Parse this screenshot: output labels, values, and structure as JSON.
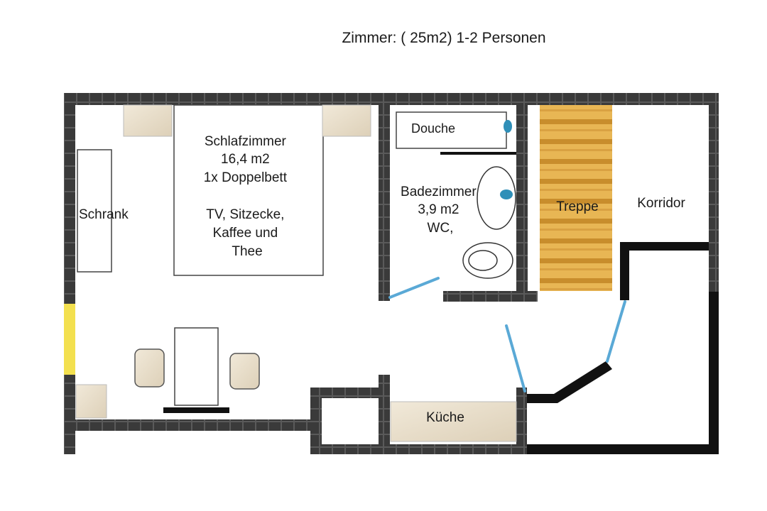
{
  "title": "Zimmer: ( 25m2) 1-2 Personen",
  "rooms": {
    "schlafzimmer": [
      "Schlafzimmer",
      "16,4 m2",
      "1x Doppelbett",
      "",
      "TV, Sitzecke,",
      "Kaffee und",
      "Thee"
    ],
    "schrank": "Schrank",
    "douche": "Douche",
    "badezimmer": [
      "Badezimmer",
      "3,9 m2",
      "WC,"
    ],
    "treppe": "Treppe",
    "korridor": "Korridor",
    "kueche": "Küche"
  },
  "colors": {
    "wall": "#3a3a3a",
    "wall_outline": "#222222",
    "door": "#5aa9d6",
    "window": "#f3e04f",
    "stairs_dark": "#c98f2e",
    "stairs_light": "#e9b95a",
    "wood": "#ece3d2",
    "tap": "#2f8fb8"
  }
}
